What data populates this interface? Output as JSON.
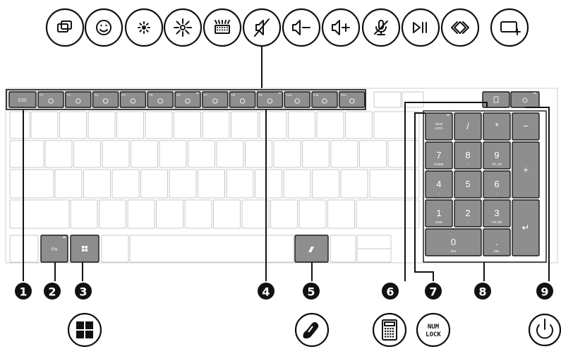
{
  "top_icons": [
    "multitask-icon",
    "emoji-icon",
    "brightness-down-icon",
    "brightness-up-icon",
    "keyboard-backlight-icon",
    "mute-icon",
    "volume-down-icon",
    "volume-up-icon",
    "mic-mute-icon",
    "play-pause-icon",
    "screen-switch-icon",
    "snipping-icon"
  ],
  "function_row": {
    "esc": "ESC",
    "keys": [
      {
        "fn": "F1",
        "icon": "multitask-icon"
      },
      {
        "fn": "F2",
        "icon": "emoji-icon"
      },
      {
        "fn": "F3",
        "icon": "brightness-down-icon"
      },
      {
        "fn": "F4",
        "icon": "brightness-up-icon"
      },
      {
        "fn": "F5",
        "icon": "keyboard-backlight-icon"
      },
      {
        "fn": "F6",
        "icon": "mute-icon"
      },
      {
        "fn": "F7",
        "icon": "volume-down-icon"
      },
      {
        "fn": "F8",
        "icon": "volume-up-icon"
      },
      {
        "fn": "F9",
        "icon": "mic-mute-icon"
      },
      {
        "fn": "F10",
        "icon": "play-pause-icon"
      },
      {
        "fn": "F11",
        "icon": "screen-switch-icon"
      },
      {
        "fn": "F12",
        "icon": "snipping-icon"
      }
    ]
  },
  "fn_key": "FN",
  "numpad": {
    "numlock": [
      "NUM",
      "LOCK"
    ],
    "divide": "/",
    "multiply": "*",
    "minus": "−",
    "plus": "+",
    "enter": "↵",
    "keys": [
      {
        "main": "7",
        "sub": "HOME"
      },
      {
        "main": "8",
        "sub": "↑"
      },
      {
        "main": "9",
        "sub": "PG UP"
      },
      {
        "main": "4",
        "sub": "←"
      },
      {
        "main": "5",
        "sub": ""
      },
      {
        "main": "6",
        "sub": "→"
      },
      {
        "main": "1",
        "sub": "END"
      },
      {
        "main": "2",
        "sub": "↓"
      },
      {
        "main": "3",
        "sub": "PG DN"
      }
    ],
    "zero": {
      "main": "0",
      "sub": "INS"
    },
    "dot": {
      "main": ".",
      "sub": "DEL"
    }
  },
  "callouts": [
    "1",
    "2",
    "3",
    "4",
    "5",
    "6",
    "7",
    "8",
    "9"
  ],
  "bottom_icons": {
    "windows": "windows-icon",
    "copilot": "copilot-icon",
    "calculator": "calculator-icon",
    "numlock": [
      "NUM",
      "LOCK"
    ],
    "power": "power-icon"
  }
}
